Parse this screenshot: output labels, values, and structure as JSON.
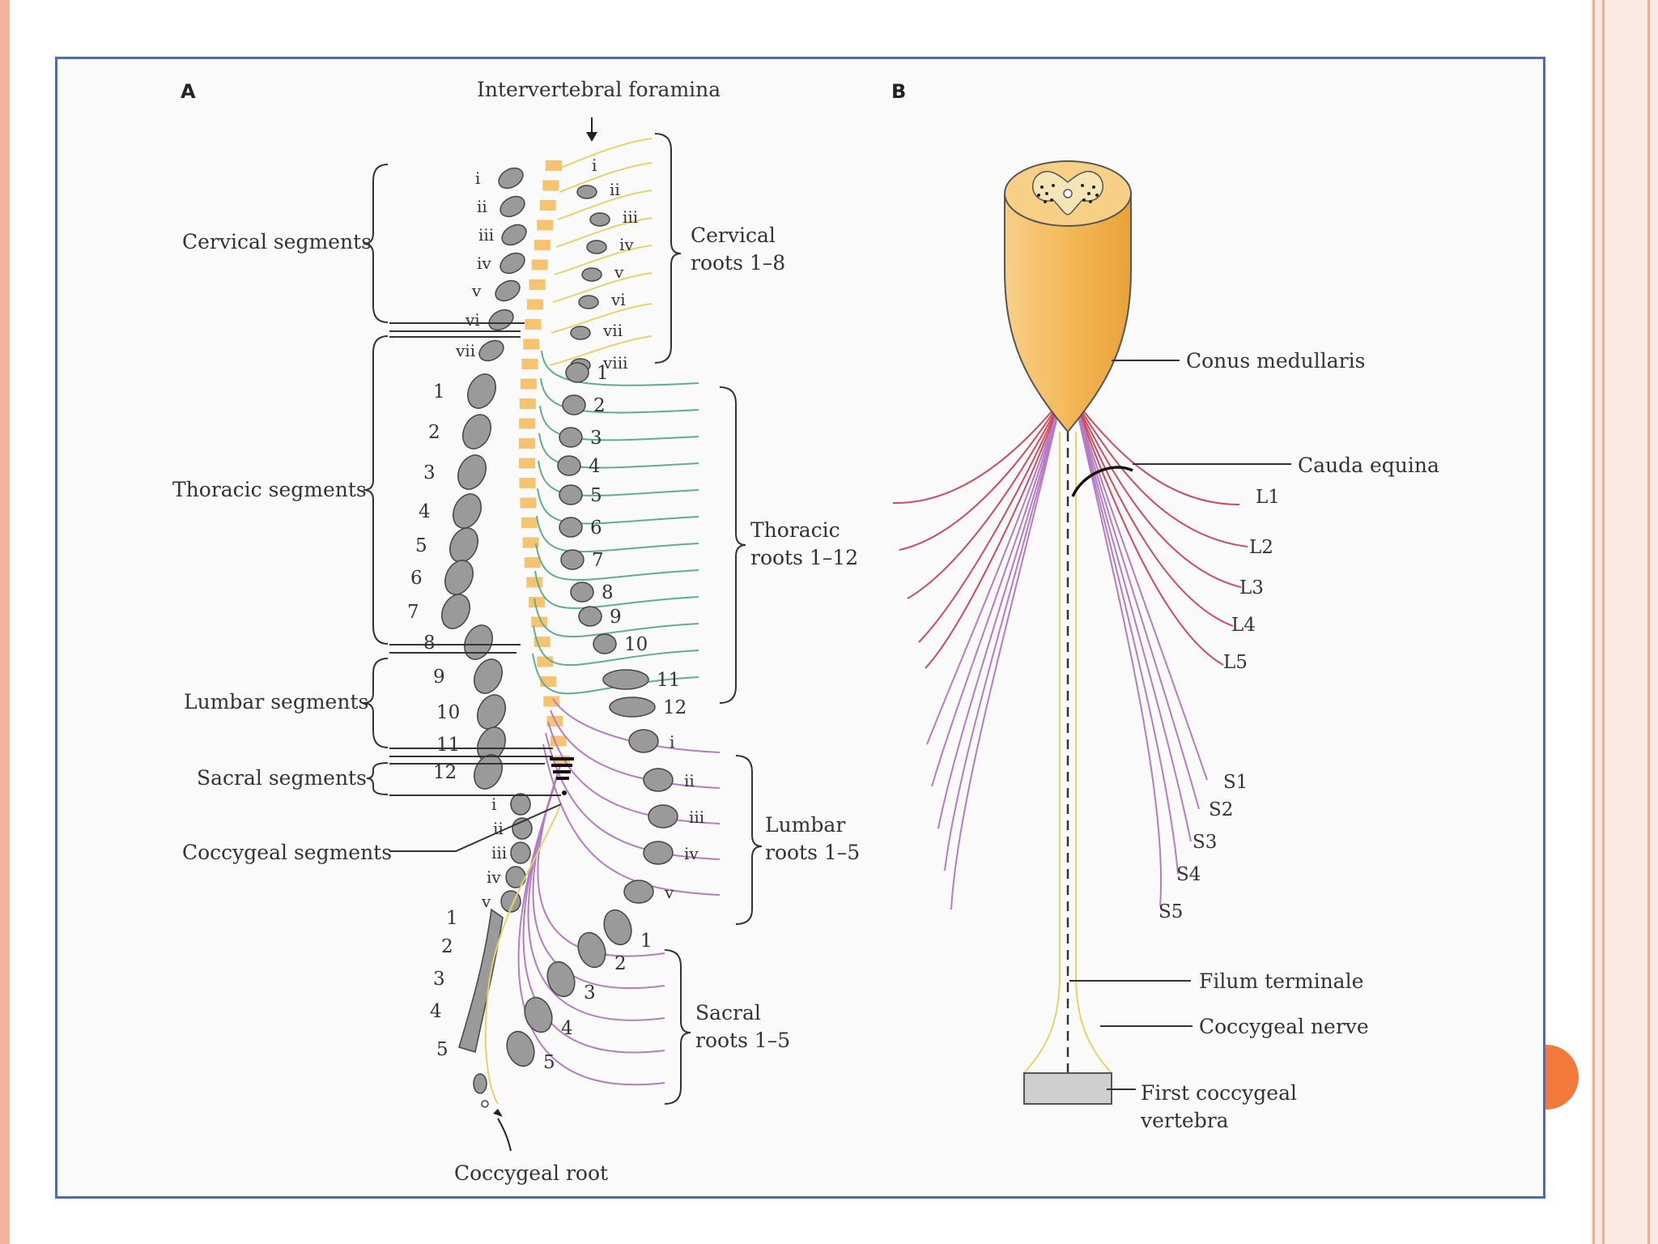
{
  "panels": {
    "a": "A",
    "b": "B"
  },
  "top_label": "Intervertebral foramina",
  "segment_labels": {
    "cervical": "Cervical segments",
    "thoracic": "Thoracic segments",
    "lumbar": "Lumbar segments",
    "sacral": "Sacral segments",
    "coccygeal": "Coccygeal segments"
  },
  "root_labels": {
    "cervical": [
      "Cervical",
      "roots 1–8"
    ],
    "thoracic": [
      "Thoracic",
      "roots 1–12"
    ],
    "lumbar": [
      "Lumbar",
      "roots 1–5"
    ],
    "sacral": [
      "Sacral",
      "roots 1–5"
    ]
  },
  "coccygeal_root": "Coccygeal root",
  "vertebra_numbers": {
    "cervical": [
      "i",
      "ii",
      "iii",
      "iv",
      "v",
      "vi",
      "vii"
    ],
    "thoracic": [
      "1",
      "2",
      "3",
      "4",
      "5",
      "6",
      "7",
      "8",
      "9",
      "10",
      "11",
      "12"
    ],
    "lumbar": [
      "i",
      "ii",
      "iii",
      "iv",
      "v"
    ],
    "sacral": [
      "1",
      "2",
      "3",
      "4",
      "5"
    ]
  },
  "foramen_numbers": {
    "cervical": [
      "i",
      "ii",
      "iii",
      "iv",
      "v",
      "vi",
      "vii",
      "viii"
    ],
    "thoracic": [
      "1",
      "2",
      "3",
      "4",
      "5",
      "6",
      "7",
      "8",
      "9",
      "10",
      "11",
      "12"
    ],
    "lumbar": [
      "i",
      "ii",
      "iii",
      "iv",
      "v"
    ],
    "sacral": [
      "1",
      "2",
      "3",
      "4",
      "5"
    ]
  },
  "panel_b_labels": {
    "conus": "Conus medullaris",
    "cauda": "Cauda equina",
    "filum": "Filum terminale",
    "coccygeal_nerve": "Coccygeal nerve",
    "first_coccygeal": [
      "First coccygeal",
      "vertebra"
    ]
  },
  "lumbar_nerves": [
    "L1",
    "L2",
    "L3",
    "L4",
    "L5"
  ],
  "sacral_nerves": [
    "S1",
    "S2",
    "S3",
    "S4",
    "S5"
  ],
  "colors": {
    "cervical_root": "#e6d36a",
    "thoracic_root": "#5fae8c",
    "lumbosacral_root": "#b57bc4",
    "cauda_red": "#d24a5e",
    "cord": "#f5b958",
    "bone": "#9a9a9a",
    "frame": "#4b6cae",
    "accent_dot": "#f47a3c"
  }
}
